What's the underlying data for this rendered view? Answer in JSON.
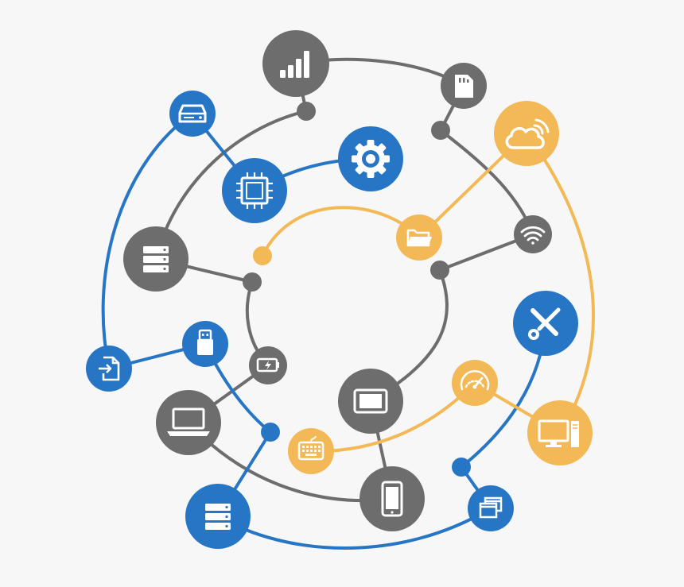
{
  "palette": {
    "background": "#f7f7f7",
    "gray": "#6d6d6d",
    "blue": "#2775c5",
    "orange": "#f2b956",
    "icon": "#ffffff"
  },
  "nodes": [
    {
      "id": "signal",
      "icon": "signal-bars-icon",
      "color": "gray"
    },
    {
      "id": "sd-card",
      "icon": "sd-card-icon",
      "color": "gray"
    },
    {
      "id": "cloud",
      "icon": "cloud-wifi-icon",
      "color": "orange"
    },
    {
      "id": "hard-drive",
      "icon": "hard-drive-icon",
      "color": "blue"
    },
    {
      "id": "gear",
      "icon": "gear-icon",
      "color": "blue"
    },
    {
      "id": "cpu-chip",
      "icon": "cpu-chip-icon",
      "color": "blue"
    },
    {
      "id": "folder",
      "icon": "folder-icon",
      "color": "orange"
    },
    {
      "id": "wifi",
      "icon": "wifi-icon",
      "color": "gray"
    },
    {
      "id": "server-left",
      "icon": "server-stack-icon",
      "color": "gray"
    },
    {
      "id": "tools",
      "icon": "wrench-screwdriver-icon",
      "color": "blue"
    },
    {
      "id": "usb",
      "icon": "usb-drive-icon",
      "color": "blue"
    },
    {
      "id": "file-transfer",
      "icon": "file-transfer-icon",
      "color": "blue"
    },
    {
      "id": "battery",
      "icon": "battery-icon",
      "color": "gray"
    },
    {
      "id": "tablet",
      "icon": "tablet-icon",
      "color": "gray"
    },
    {
      "id": "gauge",
      "icon": "speed-gauge-icon",
      "color": "orange"
    },
    {
      "id": "laptop",
      "icon": "laptop-icon",
      "color": "gray"
    },
    {
      "id": "desktop",
      "icon": "desktop-computer-icon",
      "color": "orange"
    },
    {
      "id": "keyboard",
      "icon": "keyboard-icon",
      "color": "orange"
    },
    {
      "id": "server-bottom",
      "icon": "server-stack-icon",
      "color": "blue"
    },
    {
      "id": "smartphone",
      "icon": "smartphone-icon",
      "color": "gray"
    },
    {
      "id": "windows",
      "icon": "app-windows-icon",
      "color": "blue"
    }
  ]
}
